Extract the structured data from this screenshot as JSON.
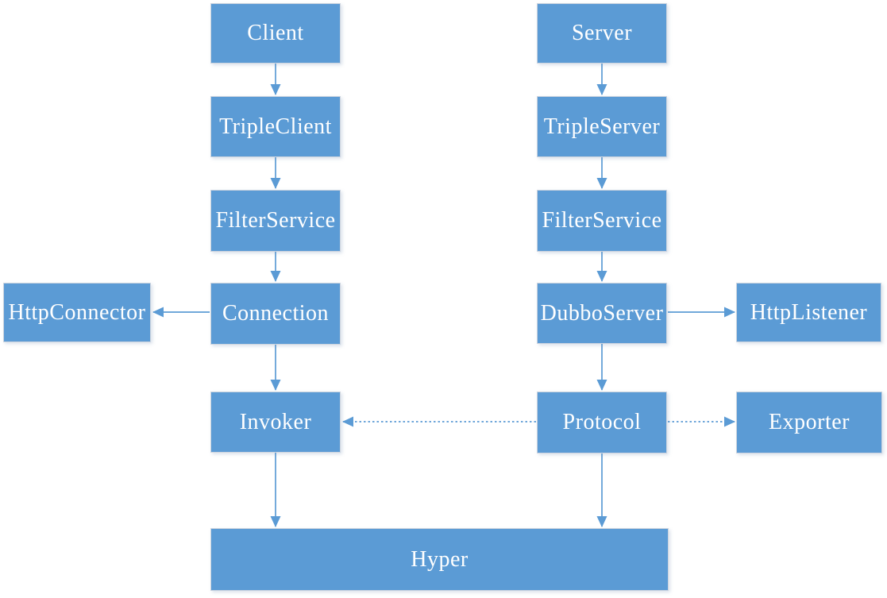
{
  "diagram": {
    "type": "flowchart",
    "background": "#ffffff",
    "colors": {
      "node_fill": "#5b9bd5",
      "node_border": "#cdd4df",
      "node_text": "#ffffff",
      "arrow": "#5b9bd5"
    },
    "nodes": [
      {
        "id": "client",
        "label": "Client"
      },
      {
        "id": "triple-client",
        "label": "TripleClient"
      },
      {
        "id": "filter-service-client",
        "label": "FilterService"
      },
      {
        "id": "http-connector",
        "label": "HttpConnector"
      },
      {
        "id": "connection",
        "label": "Connection"
      },
      {
        "id": "invoker",
        "label": "Invoker"
      },
      {
        "id": "server",
        "label": "Server"
      },
      {
        "id": "triple-server",
        "label": "TripleServer"
      },
      {
        "id": "filter-service-server",
        "label": "FilterService"
      },
      {
        "id": "dubbo-server",
        "label": "DubboServer"
      },
      {
        "id": "http-listener",
        "label": "HttpListener"
      },
      {
        "id": "protocol",
        "label": "Protocol"
      },
      {
        "id": "exporter",
        "label": "Exporter"
      },
      {
        "id": "hyper",
        "label": "Hyper"
      }
    ],
    "edges": [
      {
        "from": "client",
        "to": "triple-client",
        "style": "solid"
      },
      {
        "from": "triple-client",
        "to": "filter-service-client",
        "style": "solid"
      },
      {
        "from": "filter-service-client",
        "to": "connection",
        "style": "solid"
      },
      {
        "from": "connection",
        "to": "http-connector",
        "style": "solid"
      },
      {
        "from": "connection",
        "to": "invoker",
        "style": "solid"
      },
      {
        "from": "invoker",
        "to": "hyper",
        "style": "solid"
      },
      {
        "from": "server",
        "to": "triple-server",
        "style": "solid"
      },
      {
        "from": "triple-server",
        "to": "filter-service-server",
        "style": "solid"
      },
      {
        "from": "filter-service-server",
        "to": "dubbo-server",
        "style": "solid"
      },
      {
        "from": "dubbo-server",
        "to": "http-listener",
        "style": "solid"
      },
      {
        "from": "dubbo-server",
        "to": "protocol",
        "style": "solid"
      },
      {
        "from": "protocol",
        "to": "invoker",
        "style": "dotted"
      },
      {
        "from": "protocol",
        "to": "exporter",
        "style": "dotted"
      },
      {
        "from": "protocol",
        "to": "hyper",
        "style": "solid"
      }
    ]
  }
}
